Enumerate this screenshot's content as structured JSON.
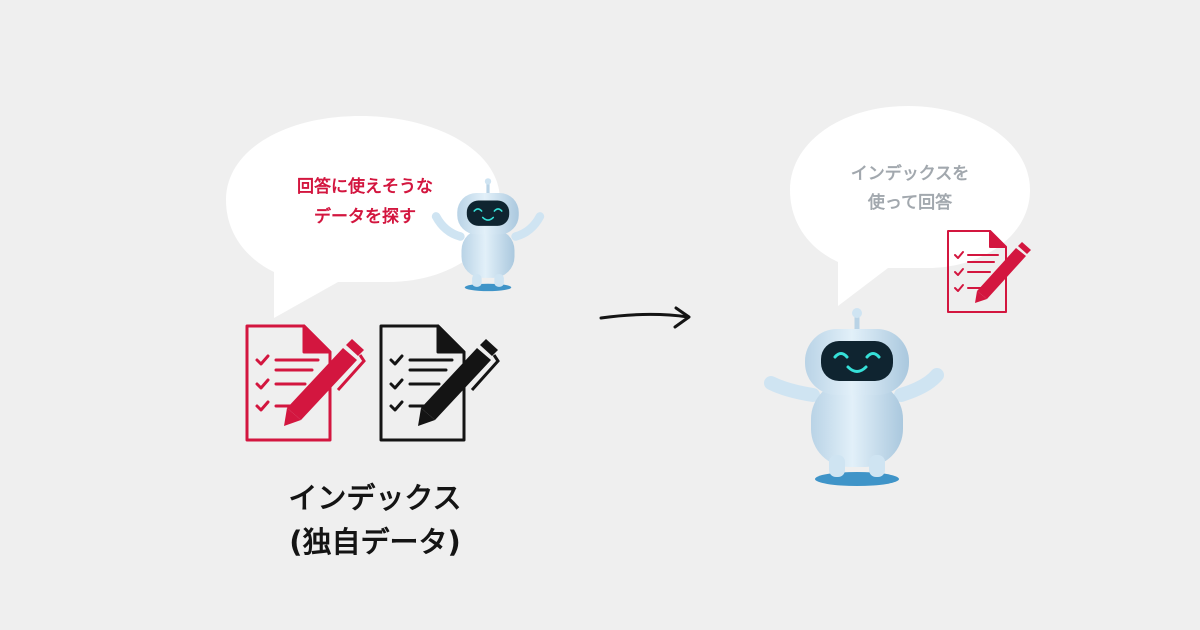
{
  "left_bubble": {
    "line1": "回答に使えそうな",
    "line2": "データを探す"
  },
  "right_bubble": {
    "line1": "インデックスを",
    "line2": "使って回答"
  },
  "caption": {
    "line1": "インデックス",
    "line2": "(独自データ)"
  },
  "colors": {
    "background": "#efefef",
    "accent_red": "#d3163f",
    "muted_gray": "#a2a8ae",
    "ink_black": "#141414",
    "robot_body": "#cfe4f2",
    "robot_shadow": "#3f94c8",
    "robot_face": "#0f2430",
    "robot_smile": "#36e0d8"
  },
  "icons": [
    "speech-bubble-icon",
    "checklist-document-icon",
    "pen-icon",
    "robot-icon",
    "arrow-right-icon"
  ]
}
